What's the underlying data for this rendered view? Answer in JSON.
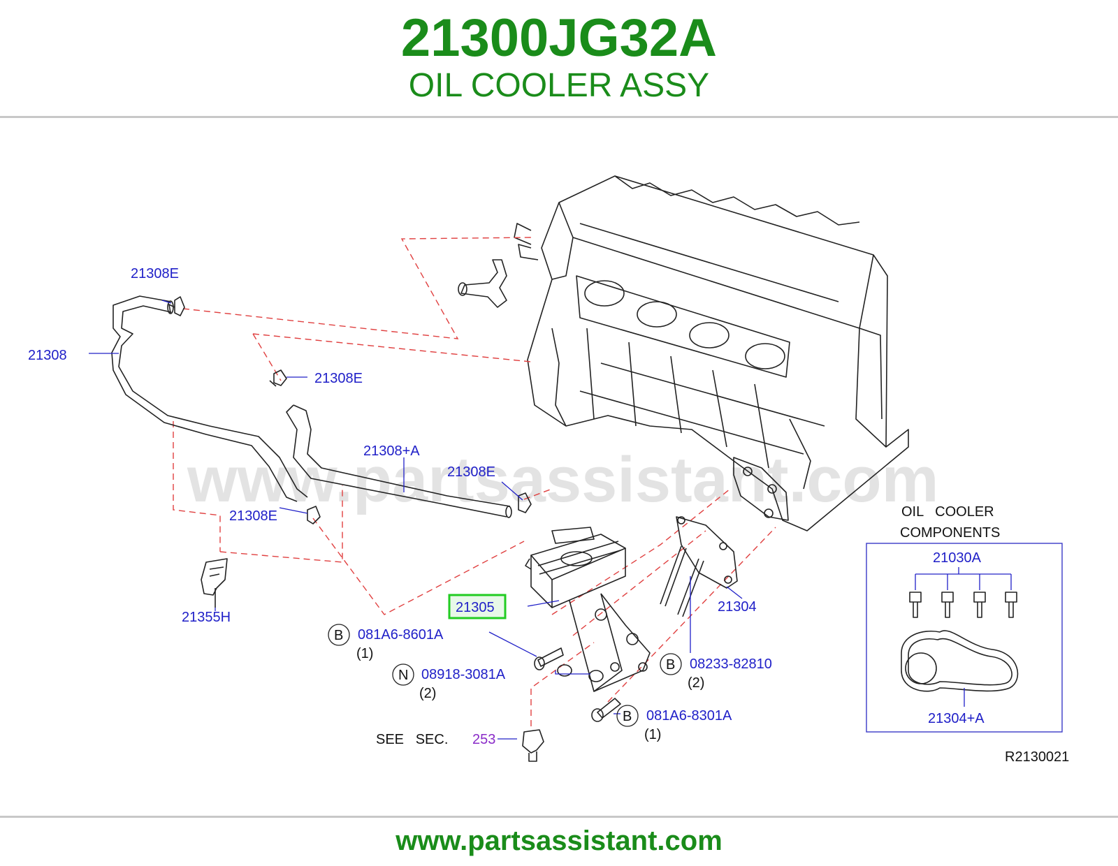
{
  "header": {
    "part_number": "21300JG32A",
    "part_name": "OIL COOLER ASSY"
  },
  "diagram": {
    "watermark": "www.partsassistant.com",
    "callouts": {
      "hose_clamp_top": "21308E",
      "hose_upper": "21308",
      "hose_clamp_mid": "21308E",
      "hose_lower": "21308+A",
      "hose_clamp_right": "21308E",
      "hose_clamp_lower": "21308E",
      "bracket_clip": "21355H",
      "oil_cooler": "21305",
      "gasket": "21304",
      "bolt_1_part": "081A6-8601A",
      "bolt_1_qty": "(1)",
      "nut_part": "08918-3081A",
      "nut_qty": "(2)",
      "stud_part": "08233-82810",
      "stud_qty": "(2)",
      "bolt_2_part": "081A6-8301A",
      "bolt_2_qty": "(1)",
      "see_sec_text": "SEE   SEC.",
      "see_sec_number": "253",
      "drawing_ref": "R2130021"
    },
    "symbols": {
      "bolt_1": "B",
      "nut": "N",
      "stud": "B",
      "bolt_2": "B"
    },
    "components_box": {
      "title_line1": "OIL   COOLER",
      "title_line2": "COMPONENTS",
      "bolt_kit": "21030A",
      "seal_kit": "21304+A"
    },
    "highlight_color": "#22cc22",
    "label_color": "#2020c8",
    "dash_color": "#e04040"
  },
  "footer": {
    "url": "www.partsassistant.com"
  }
}
